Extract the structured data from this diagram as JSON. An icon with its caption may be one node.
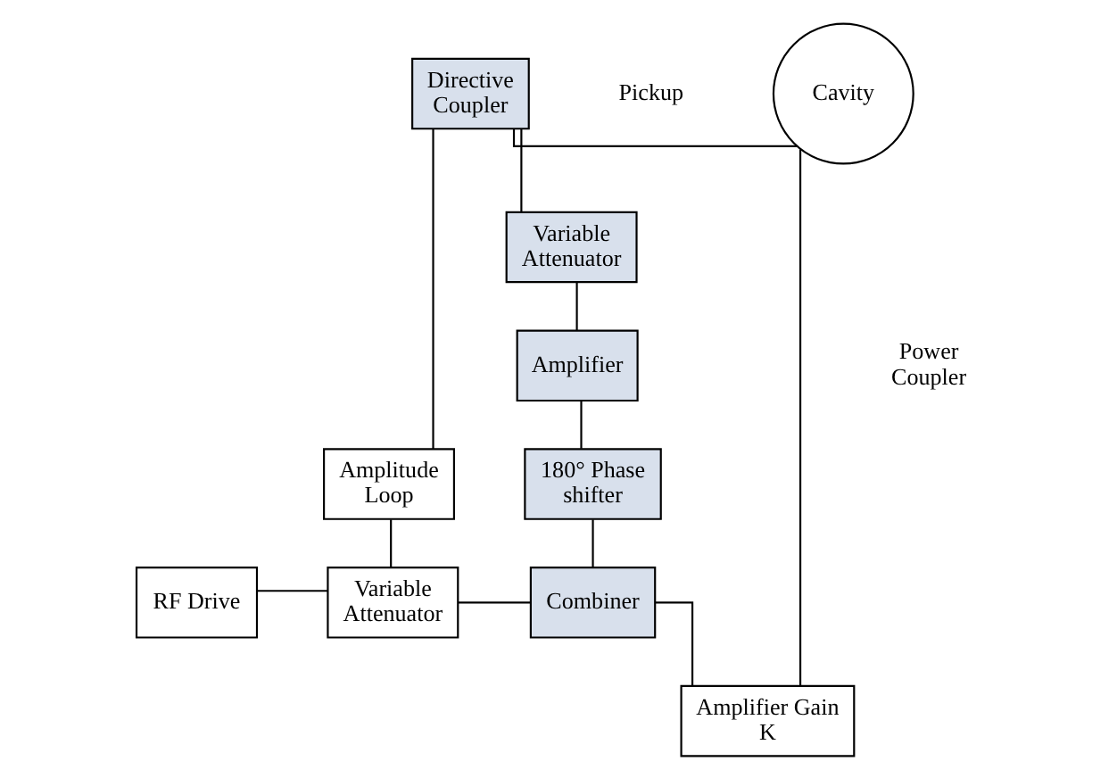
{
  "diagram": {
    "nodes": [
      {
        "text": [
          "Directive Coupler"
        ]
      },
      {
        "text": [
          "Cavity"
        ]
      },
      {
        "text": [
          "Variable Attenuator"
        ]
      },
      {
        "text": [
          "Amplitude Loop"
        ]
      },
      {
        "text": [
          "Amplifier"
        ]
      },
      {
        "text": [
          "180° Phase shifter"
        ]
      },
      {
        "text": [
          "Amplifier Gain K"
        ]
      },
      {
        "text": [
          "RF Drive"
        ]
      },
      {
        "text": [
          "Variable Attenuator"
        ]
      },
      {
        "text": [
          "Combiner"
        ]
      }
    ],
    "edges": [
      {
        "from": 0,
        "to": 1,
        "arrow": "none"
      },
      {
        "from": 0,
        "to": 2,
        "arrow": "none"
      },
      {
        "from": 2,
        "to": 4,
        "arrow": "none"
      },
      {
        "from": 4,
        "to": 5,
        "arrow": "none"
      },
      {
        "from": 5,
        "to": 9,
        "arrow": "none"
      },
      {
        "from": 0,
        "to": 3,
        "arrow": "none"
      },
      {
        "from": 3,
        "to": 8,
        "arrow": "none"
      },
      {
        "from": 7,
        "to": 8,
        "arrow": "none"
      },
      {
        "from": 8,
        "to": 9,
        "arrow": "none"
      },
      {
        "from": 9,
        "to": 6,
        "arrow": "none"
      },
      {
        "from": 6,
        "to": 1,
        "arrow": "none"
      }
    ],
    "labels": [
      "Pickup",
      "Power Coupler"
    ]
  }
}
